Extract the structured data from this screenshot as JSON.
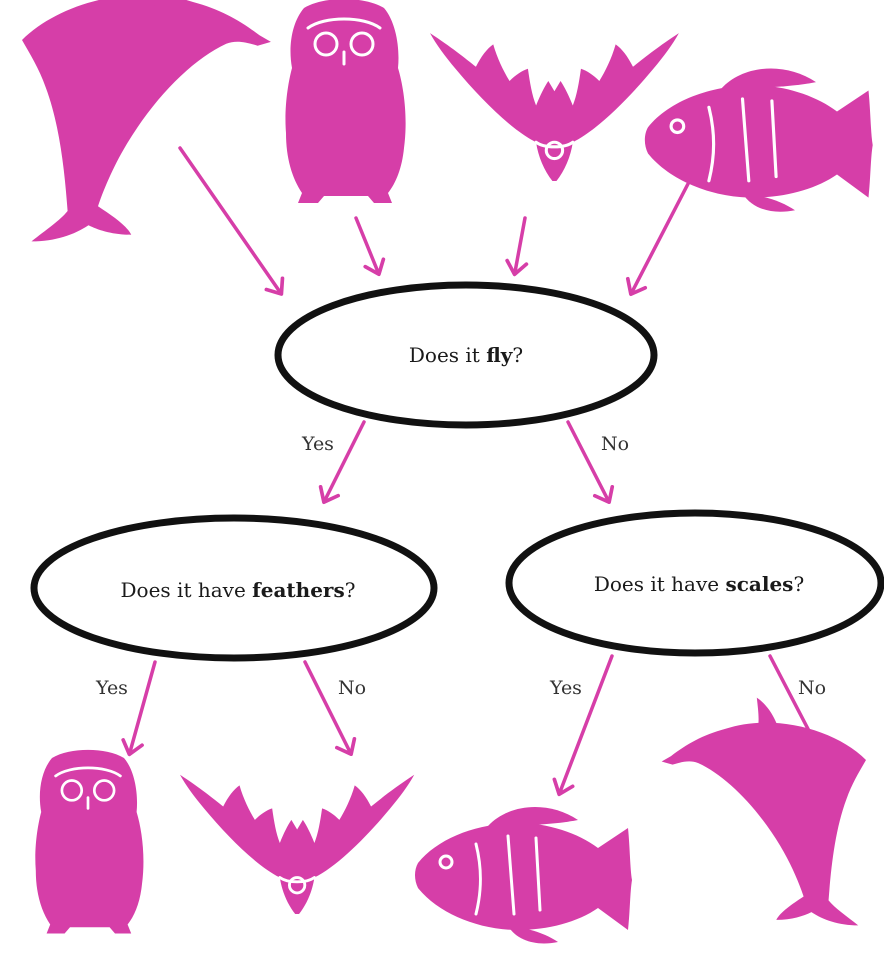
{
  "colors": {
    "animal": "#d63ea8",
    "outline": "#111111",
    "background": "#ffffff"
  },
  "root": {
    "prefix": "Does it ",
    "keyword": "fly",
    "suffix": "?"
  },
  "left_question": {
    "prefix": "Does it have ",
    "keyword": "feathers",
    "suffix": "?"
  },
  "right_question": {
    "prefix": "Does it have ",
    "keyword": "scales",
    "suffix": "?"
  },
  "branches": {
    "root_yes": "Yes",
    "root_no": "No",
    "left_yes": "Yes",
    "left_no": "No",
    "right_yes": "Yes",
    "right_no": "No"
  },
  "top_animals": [
    "dolphin-icon",
    "owl-icon",
    "bat-icon",
    "fish-icon"
  ],
  "bottom_animals": [
    "owl-icon",
    "bat-icon",
    "fish-icon",
    "dolphin-icon"
  ]
}
